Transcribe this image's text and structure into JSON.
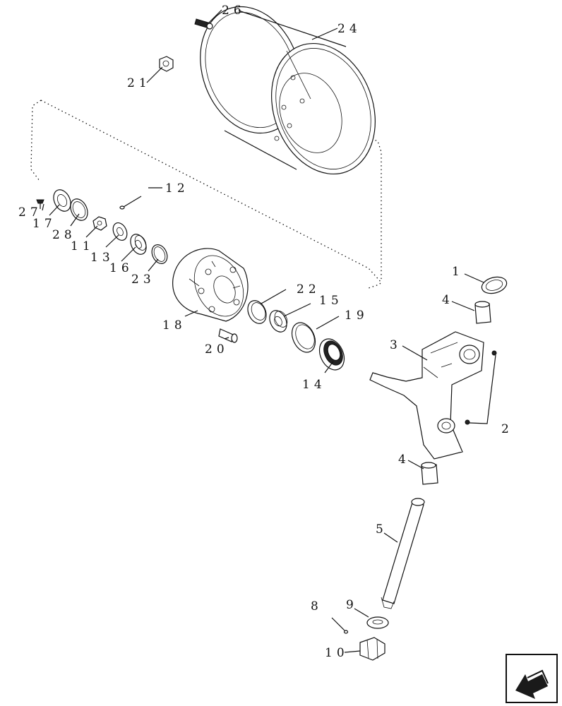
{
  "callouts": {
    "c1": "1",
    "c2": "2",
    "c3": "3",
    "c4a": "4",
    "c4b": "4",
    "c5": "5",
    "c8": "8",
    "c9": "9",
    "c10": "10",
    "c11": "11",
    "c12": "12",
    "c13": "13",
    "c14": "14",
    "c15": "15",
    "c16": "16",
    "c17": "17",
    "c18": "18",
    "c19": "19",
    "c20": "20",
    "c21": "21",
    "c22": "22",
    "c23": "23",
    "c24": "24",
    "c26": "26",
    "c27": "27",
    "c28": "28"
  },
  "nav": {
    "icon": "arrow-back-icon"
  }
}
